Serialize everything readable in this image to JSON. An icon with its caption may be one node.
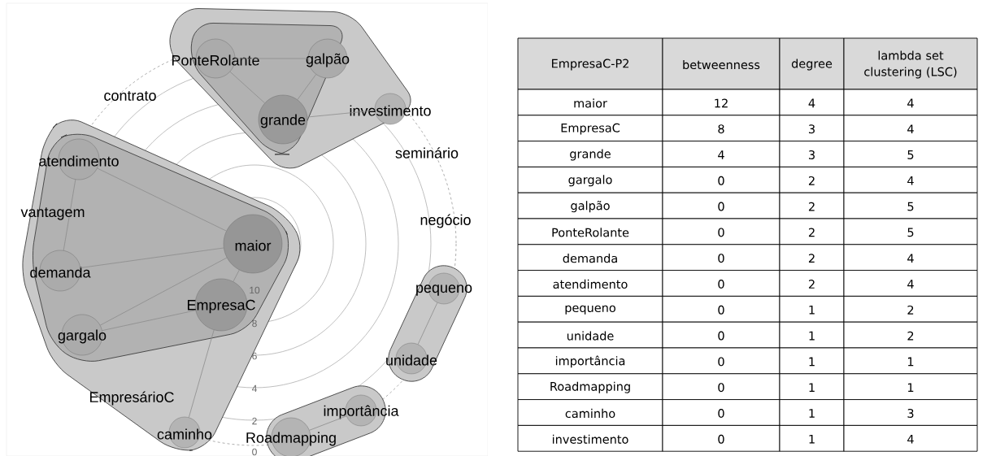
{
  "diagram": {
    "nodes": [
      {
        "text": [
          "PonteRolante"
        ]
      },
      {
        "text": [
          "galpão"
        ]
      },
      {
        "text": [
          "grande"
        ]
      },
      {
        "text": [
          "investimento"
        ]
      },
      {
        "text": [
          "atendimento"
        ]
      },
      {
        "text": [
          "maior"
        ]
      },
      {
        "text": [
          "demanda"
        ]
      },
      {
        "text": [
          "EmpresaC"
        ]
      },
      {
        "text": [
          "pequeno"
        ]
      },
      {
        "text": [
          "gargalo"
        ]
      },
      {
        "text": [
          "unidade"
        ]
      },
      {
        "text": [
          "importância"
        ]
      },
      {
        "text": [
          "caminho"
        ]
      },
      {
        "text": [
          "Roadmapping"
        ]
      }
    ],
    "edges": [
      {
        "from": 0,
        "to": 1,
        "arrow": "none"
      },
      {
        "from": 0,
        "to": 2,
        "arrow": "none"
      },
      {
        "from": 1,
        "to": 2,
        "arrow": "none"
      },
      {
        "from": 2,
        "to": 3,
        "arrow": "none"
      },
      {
        "from": 4,
        "to": 6,
        "arrow": "none"
      },
      {
        "from": 4,
        "to": 5,
        "arrow": "none"
      },
      {
        "from": 6,
        "to": 5,
        "arrow": "none"
      },
      {
        "from": 5,
        "to": 9,
        "arrow": "none"
      },
      {
        "from": 5,
        "to": 7,
        "arrow": "none"
      },
      {
        "from": 9,
        "to": 7,
        "arrow": "none"
      },
      {
        "from": 7,
        "to": 12,
        "arrow": "none"
      },
      {
        "from": 8,
        "to": 10,
        "arrow": "none"
      },
      {
        "from": 11,
        "to": 13,
        "arrow": "none"
      }
    ],
    "labels": [
      "contrato",
      "seminário",
      "negócio",
      "vantagem",
      "EmpresárioC",
      "10",
      "8",
      "6",
      "4",
      "2",
      "0",
      "EmpresaC-P2",
      "betweenness",
      "degree",
      "lambda set clustering (LSC)",
      "maior",
      "12",
      "4",
      "4",
      "EmpresaC",
      "8",
      "3",
      "4",
      "grande",
      "4",
      "3",
      "5",
      "gargalo",
      "0",
      "2",
      "4",
      "galpão",
      "0",
      "2",
      "5",
      "PonteRolante",
      "0",
      "2",
      "5",
      "demanda",
      "0",
      "2",
      "4",
      "atendimento",
      "0",
      "2",
      "4",
      "pequeno",
      "0",
      "1",
      "2",
      "unidade",
      "0",
      "1",
      "2",
      "importância",
      "0",
      "1",
      "1",
      "Roadmapping",
      "0",
      "1",
      "1",
      "caminho",
      "0",
      "1",
      "3",
      "investimento",
      "0",
      "1",
      "4"
    ]
  }
}
